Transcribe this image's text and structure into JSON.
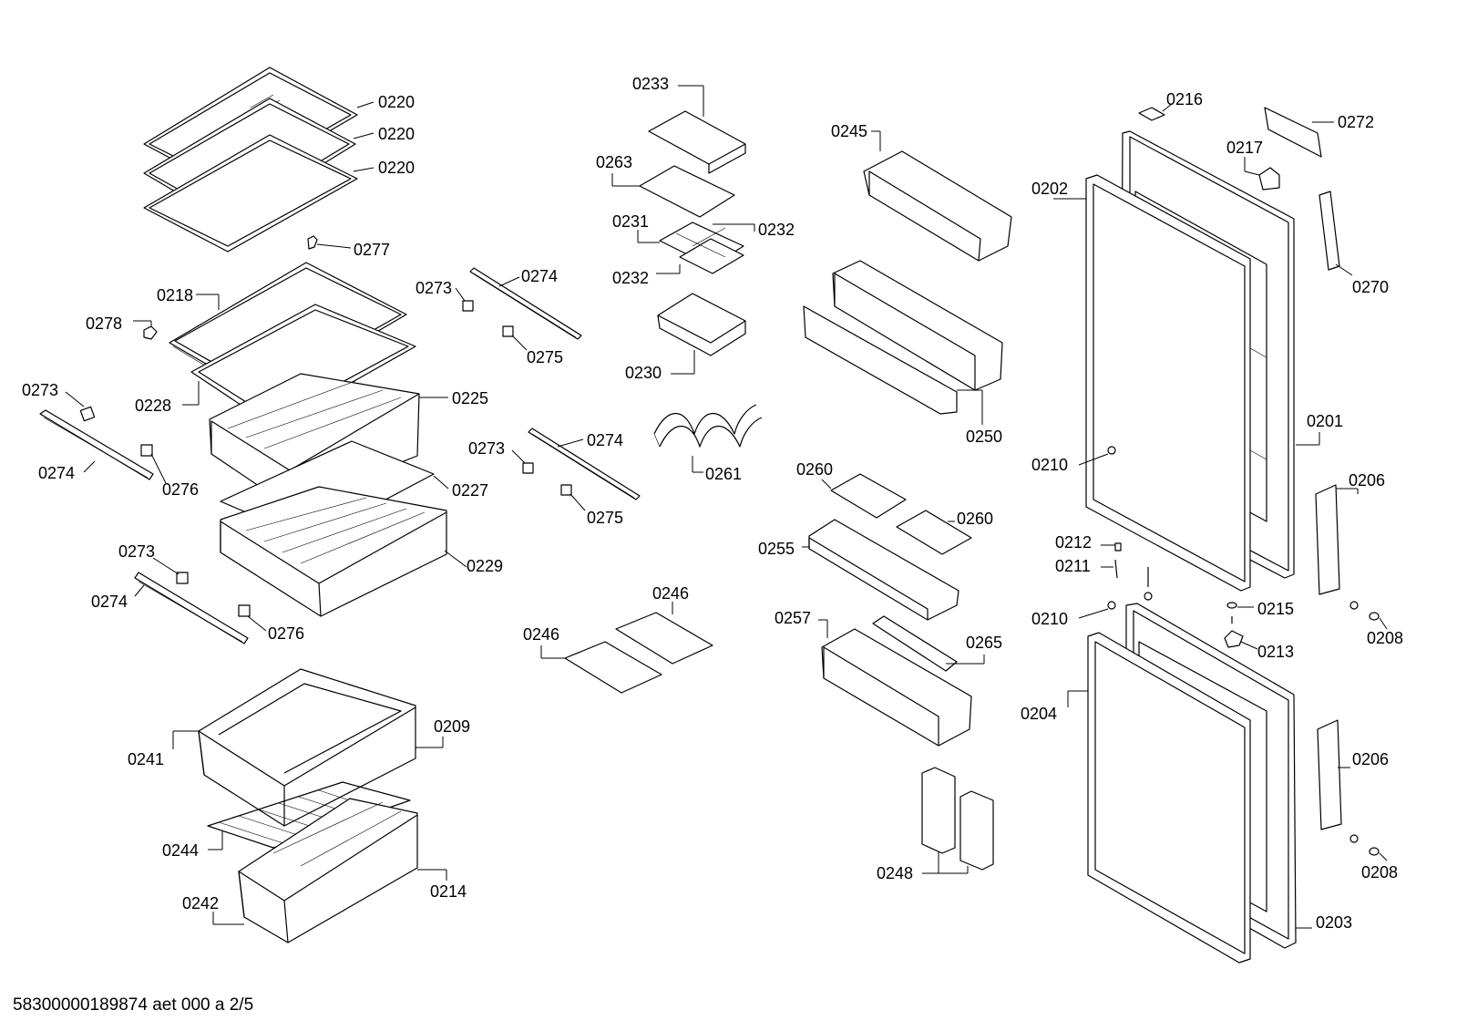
{
  "document_id": "58300000189874 aet 000 a 2/5",
  "labels": {
    "glass_shelf_top": "0220",
    "glass_shelf_mid": "0220",
    "glass_shelf_low": "0220",
    "clip_0277": "0277",
    "shelf_0218": "0218",
    "clip_0278": "0278",
    "cover_0228": "0228",
    "drawer_0225": "0225",
    "guide_0273_a": "0273",
    "rail_0274_a": "0274",
    "holder_0276_a": "0276",
    "glass_0227": "0227",
    "drawer_0229": "0229",
    "guide_0273_b": "0273",
    "rail_0274_b": "0274",
    "holder_0276_b": "0276",
    "guide_0273_c": "0273",
    "rail_0274_c": "0274",
    "holder_0275_a": "0275",
    "guide_0273_d": "0273",
    "rail_0274_d": "0274",
    "holder_0275_b": "0275",
    "tray_0233": "0233",
    "insert_0263": "0263",
    "divider_0231": "0231",
    "divider_0232_a": "0232",
    "divider_0232_b": "0232",
    "tray_0230": "0230",
    "bottle_rack_0261": "0261",
    "ice_tray_0246_a": "0246",
    "ice_tray_0246_b": "0246",
    "drawer_0241": "0241",
    "drawer_0209": "0209",
    "grid_0244": "0244",
    "drawer_0242": "0242",
    "drawer_0214": "0214",
    "door_shelf_0245": "0245",
    "door_shelf_0250": "0250",
    "egg_tray_0260_a": "0260",
    "egg_tray_0260_b": "0260",
    "door_shelf_0255": "0255",
    "door_shelf_0257": "0257",
    "bottle_stop_0265": "0265",
    "cold_pack_0248": "0248",
    "cap_0216": "0216",
    "cover_0217": "0217",
    "label_0272": "0272",
    "gasket_0202": "0202",
    "hinge_0270": "0270",
    "door_0201": "0201",
    "screw_0210_a": "0210",
    "handle_0206_a": "0206",
    "bushing_0212": "0212",
    "pin_0211": "0211",
    "screw_0210_b": "0210",
    "washer_0215": "0215",
    "screw_0208_a": "0208",
    "bearing_0213": "0213",
    "gasket_0204": "0204",
    "handle_0206_b": "0206",
    "screw_0208_b": "0208",
    "door_0203": "0203"
  }
}
